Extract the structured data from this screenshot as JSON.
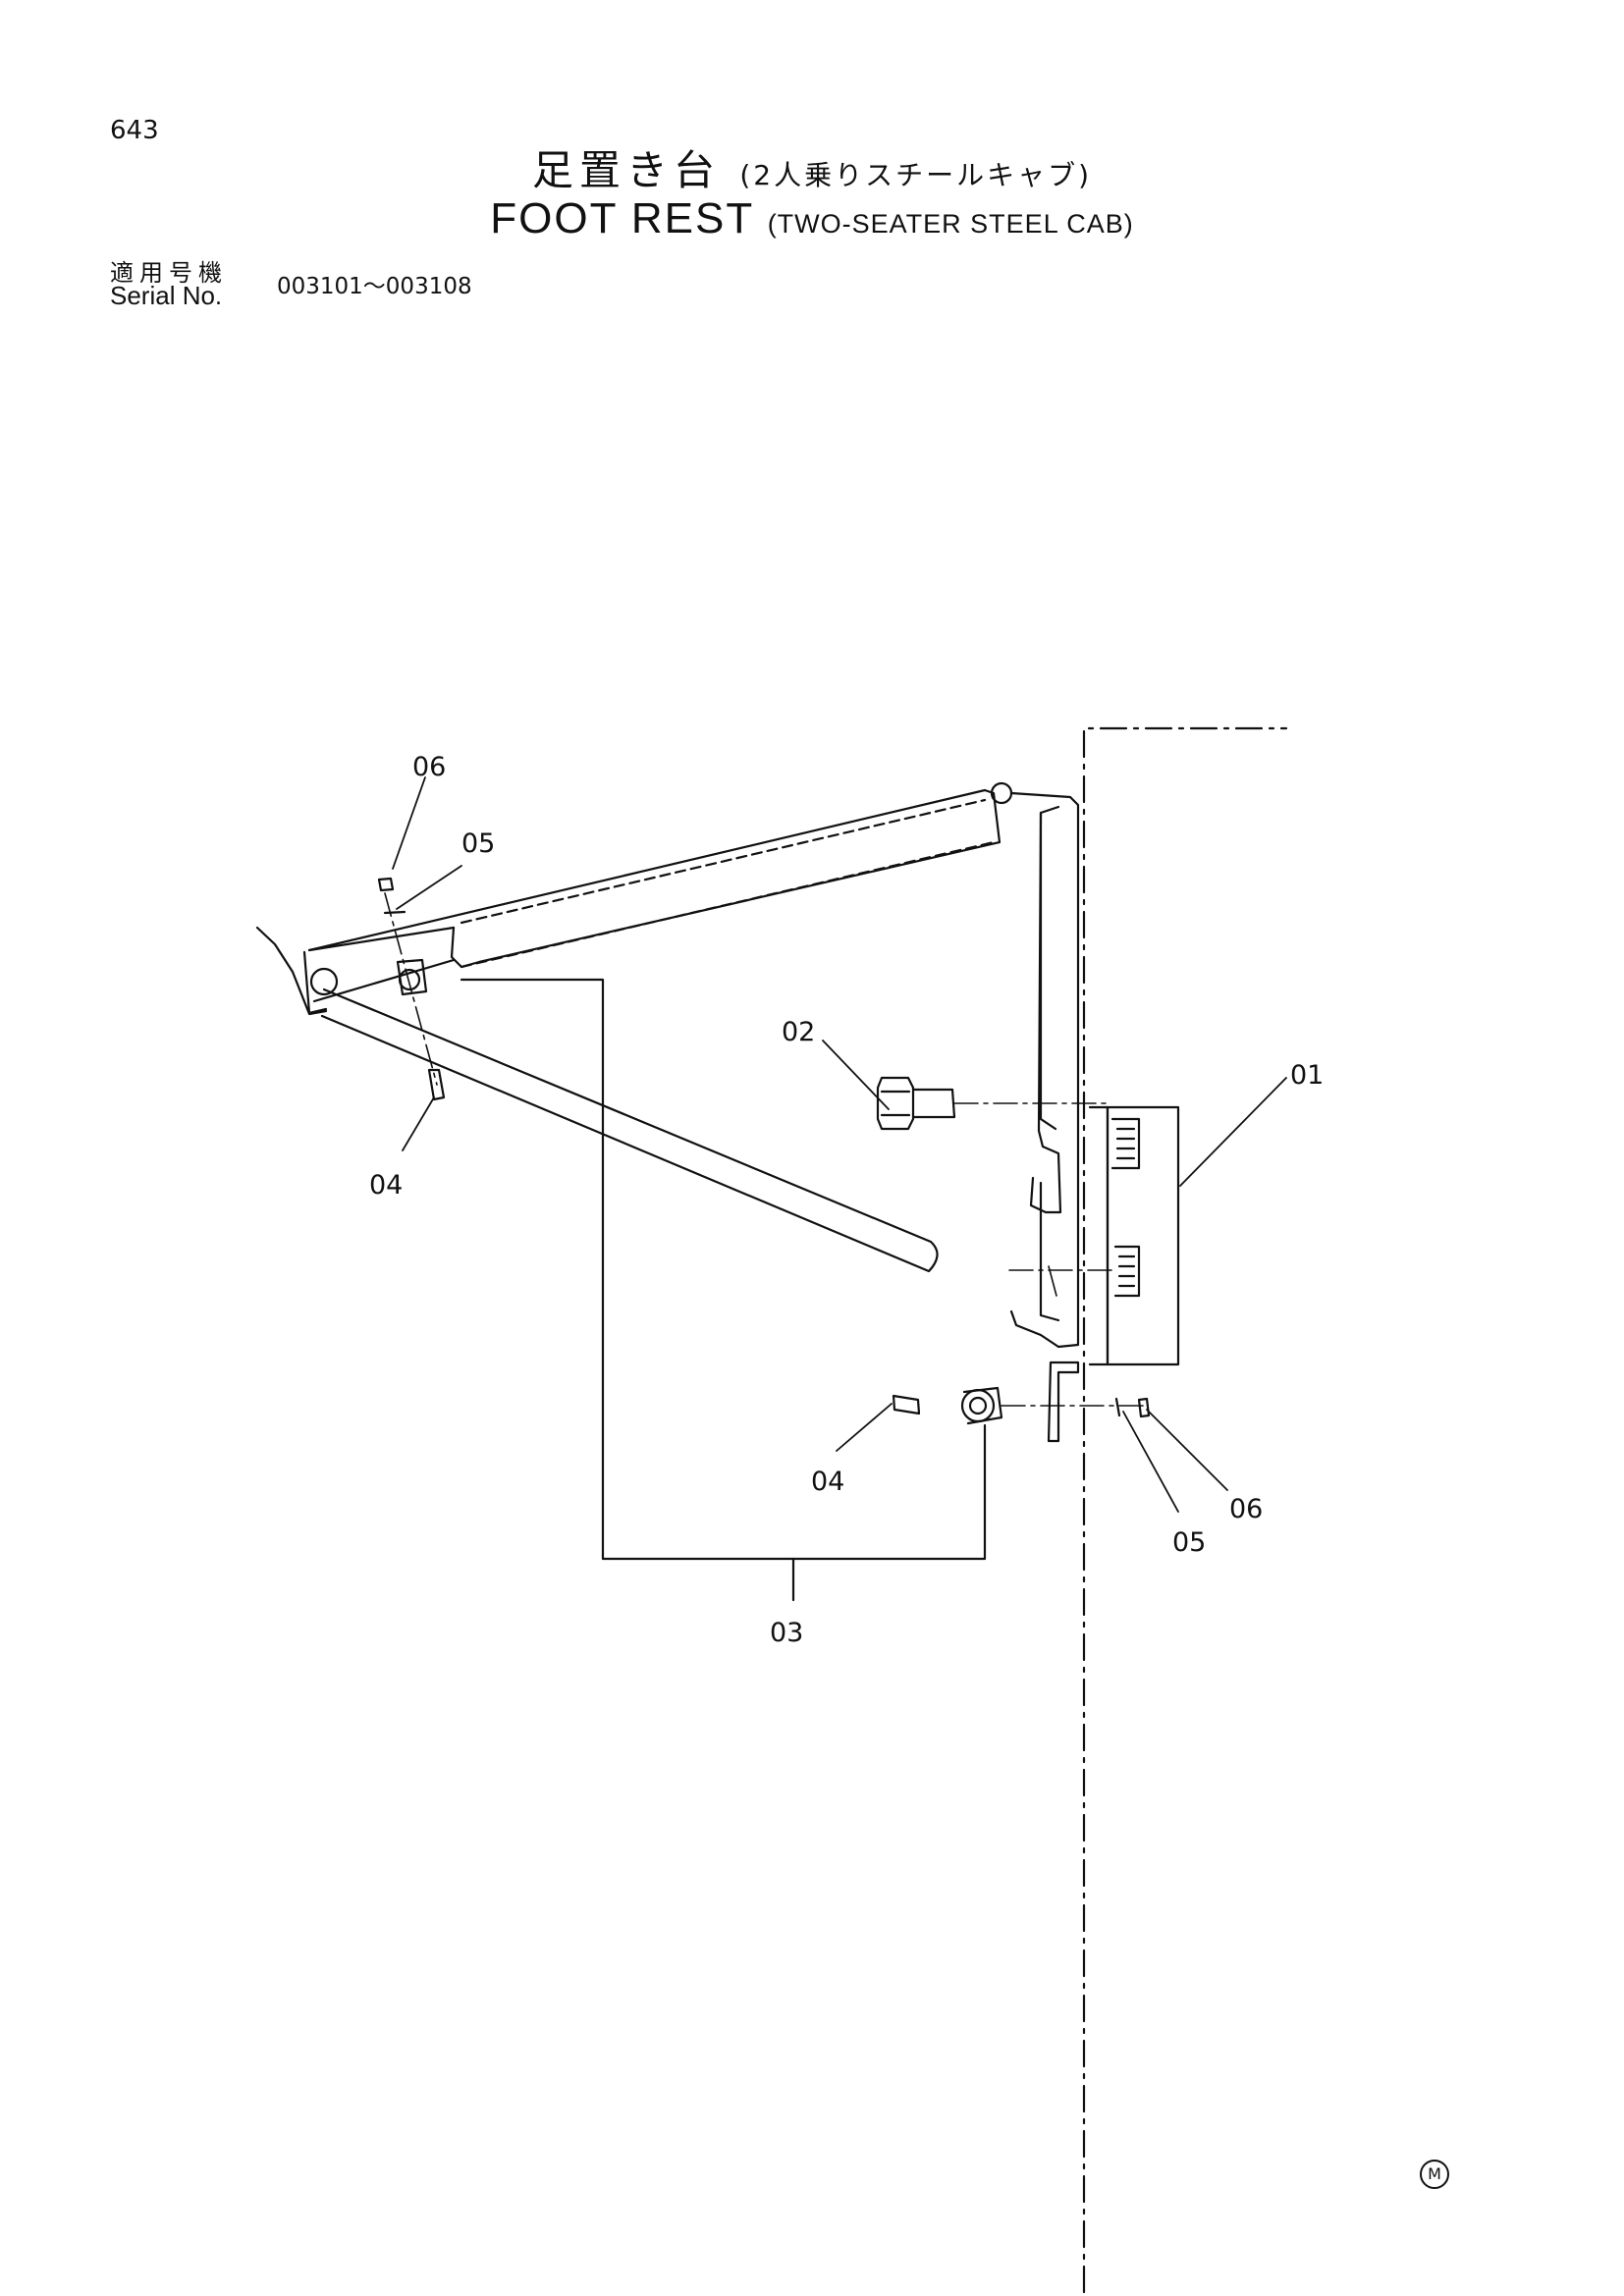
{
  "page_number": "643",
  "title_jp": "足置き台",
  "title_jp_sub": "(2人乗りスチールキャブ)",
  "title_en": "FOOT REST",
  "title_en_sub": "(TWO-SEATER STEEL CAB)",
  "serial_label_jp": "適用号機",
  "serial_label_en": "Serial No.",
  "serial_range": "003101～003108",
  "callouts": {
    "c01": "01",
    "c02": "02",
    "c03": "03",
    "c04_top": "04",
    "c04_bottom": "04",
    "c05_top": "05",
    "c05_bottom": "05",
    "c06_top": "06",
    "c06_bottom": "06"
  },
  "corner_mark": "M"
}
